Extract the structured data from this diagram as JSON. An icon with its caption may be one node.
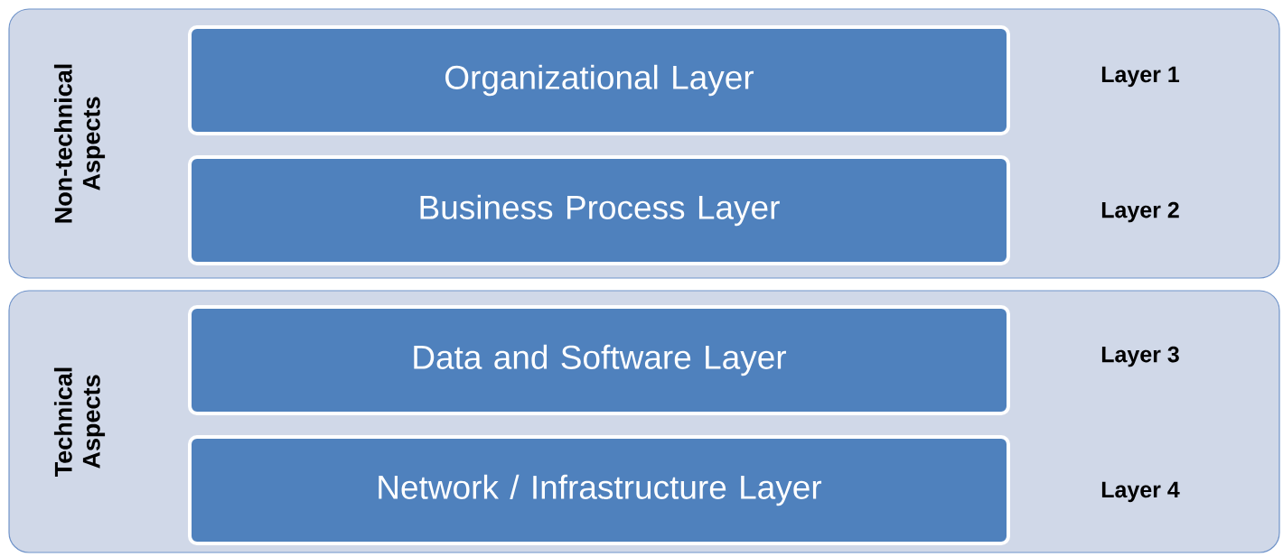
{
  "diagram": {
    "nodes": [
      {
        "text": [
          "Non-technical Aspects"
        ]
      },
      {
        "text": [
          "Organizational Layer"
        ],
        "in": 0
      },
      {
        "text": [
          "Business Process Layer"
        ],
        "in": 0
      },
      {
        "text": [
          "Technical Aspects"
        ]
      },
      {
        "text": [
          "Data and Software Layer"
        ],
        "in": 3
      },
      {
        "text": [
          "Network / Infrastructure Layer"
        ],
        "in": 3
      }
    ],
    "labels": [
      "Layer 1",
      "Layer 2",
      "Layer 3",
      "Layer 4"
    ]
  }
}
